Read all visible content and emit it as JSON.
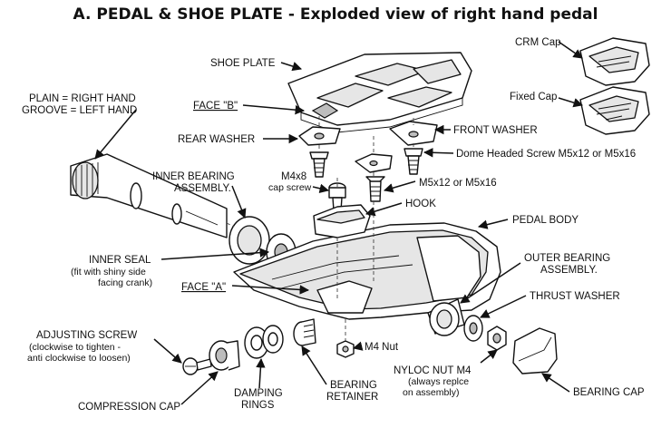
{
  "title": "A. PEDAL & SHOE PLATE - Exploded view of right hand pedal",
  "labels": {
    "shoe_plate": "SHOE PLATE",
    "face_b": "FACE \"B\"",
    "rear_washer": "REAR WASHER",
    "front_washer": "FRONT WASHER",
    "dome_screw": "Dome Headed Screw M5x12 or M5x16",
    "plain_groove_1": "PLAIN = RIGHT HAND",
    "plain_groove_2": "GROOVE = LEFT HAND",
    "inner_bearing_1": "INNER BEARING",
    "inner_bearing_2": "ASSEMBLY.",
    "m4x8_1": "M4x8",
    "m4x8_2": "cap screw",
    "m5x12": "M5x12 or M5x16",
    "hook": "HOOK",
    "pedal_body": "PEDAL BODY",
    "inner_seal_1": "INNER SEAL",
    "inner_seal_2": "(fit with shiny side",
    "inner_seal_3": "facing crank)",
    "face_a": "FACE \"A\"",
    "outer_bearing_1": "OUTER BEARING",
    "outer_bearing_2": "ASSEMBLY.",
    "thrust_washer": "THRUST WASHER",
    "adjusting_screw_1": "ADJUSTING SCREW",
    "adjusting_screw_2": "(clockwise to tighten -",
    "adjusting_screw_3": "anti clockwise to loosen)",
    "m4_nut": "M4 Nut",
    "nyloc_1": "NYLOC NUT M4",
    "nyloc_2": "(always replce",
    "nyloc_3": "on assembly)",
    "bearing_retainer_1": "BEARING",
    "bearing_retainer_2": "RETAINER",
    "damping_rings_1": "DAMPING",
    "damping_rings_2": "RINGS",
    "compression_cap": "COMPRESSION CAP",
    "bearing_cap": "BEARING CAP",
    "crm_cap": "CRM Cap",
    "fixed_cap": "Fixed Cap"
  }
}
